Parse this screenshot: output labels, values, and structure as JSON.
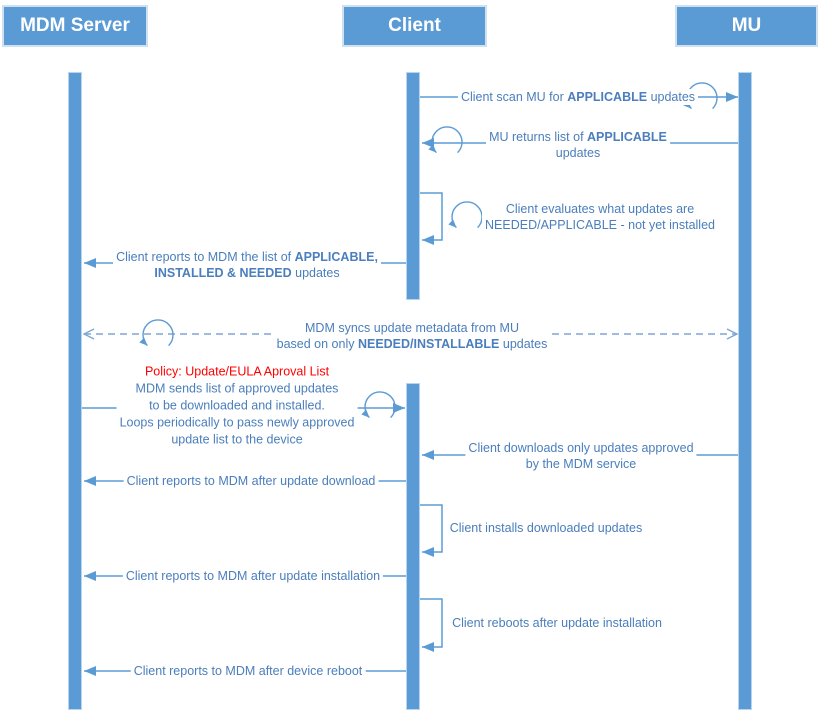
{
  "theme": {
    "accent": "#5b9bd5",
    "text": "#4a7ebc",
    "policy": "#ff0000",
    "dashed": "#7ea6d8",
    "bar_border": "#b8d4ee",
    "box_border": "#cfe0f1",
    "bg": "#ffffff"
  },
  "actors": {
    "mdm": "MDM Server",
    "client": "Client",
    "mu": "MU"
  },
  "messages": {
    "m1": {
      "pre": "Client scan MU for ",
      "bold": "APPLICABLE",
      "post": " updates"
    },
    "m2": {
      "line1_pre": "MU returns list of ",
      "line1_bold": "APPLICABLE",
      "line2": "updates"
    },
    "m3": {
      "line1": "Client evaluates what updates are",
      "line2": "NEEDED/APPLICABLE - not yet installed"
    },
    "m4": {
      "line1_pre": "Client reports to MDM the list of ",
      "line1_bold": "APPLICABLE,",
      "line2_bold": "INSTALLED & NEEDED",
      "line2_post": " updates"
    },
    "m5": {
      "line1": "MDM syncs update metadata from MU",
      "line2_pre": "based on only ",
      "line2_bold": "NEEDED/INSTALLABLE",
      "line2_post": " updates"
    },
    "m6": {
      "policy": "Policy: Update/EULA Aproval List",
      "line1": "MDM sends list of approved updates",
      "line2": "to be downloaded and installed.",
      "line3": "Loops periodically to pass newly approved",
      "line4": "update list to the device"
    },
    "m7": {
      "line1": "Client downloads only updates approved",
      "line2": "by the MDM service"
    },
    "m8": {
      "text": "Client reports to MDM after update download"
    },
    "m9": {
      "text": "Client installs downloaded updates"
    },
    "m10": {
      "text": "Client reports to MDM after update installation"
    },
    "m11": {
      "text": "Client reboots after update installation"
    },
    "m12": {
      "text": "Client reports to MDM after device reboot"
    }
  }
}
